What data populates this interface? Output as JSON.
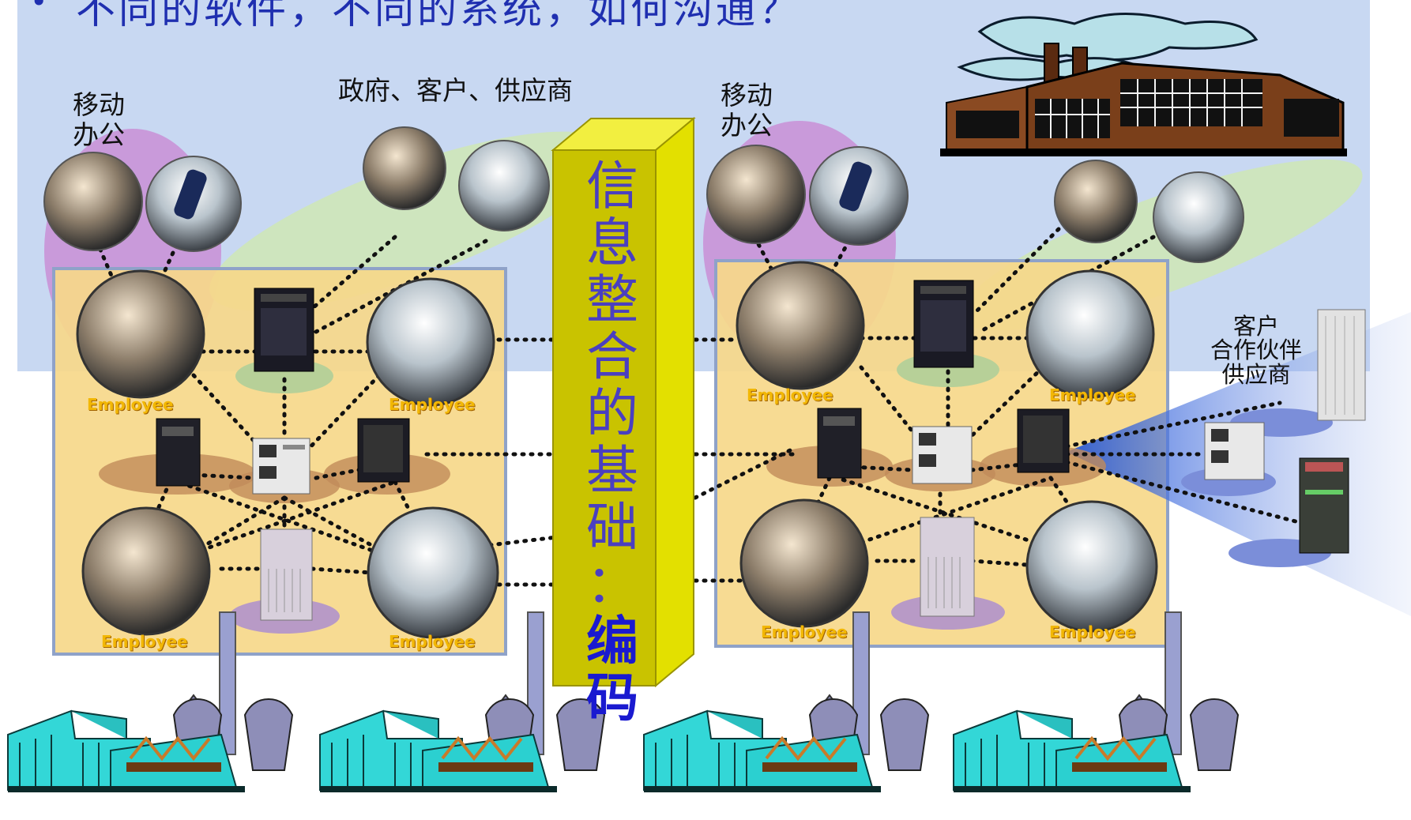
{
  "title": "不同的软件，不同的系统，如何沟通？",
  "labels": {
    "mobile_left": [
      "移动",
      "办公"
    ],
    "mobile_right": [
      "移动",
      "办公"
    ],
    "gov_clients_suppliers": "政府、客户、供应商",
    "external_partners": [
      "客户",
      "合作伙伴",
      "供应商"
    ]
  },
  "pillar": {
    "text_chars": [
      "信",
      "息",
      "整",
      "合",
      "的",
      "基",
      "础",
      "："
    ],
    "emphasis_chars": [
      "编",
      "码"
    ]
  },
  "employee_label": "Employee",
  "colors": {
    "sky": "#c8d8f2",
    "network_box": "#f6d88a",
    "pillar_front": "#c9c300",
    "pillar_side": "#e3e000",
    "title": "#1f2fb0",
    "factory_cyan": "#33e0e0",
    "mobile_oval": "#c98fd6"
  },
  "icons": [
    "factory-icon",
    "power-plant-icon",
    "server-tower-icon",
    "employee-photo-icon",
    "mobile-phone-icon",
    "rack-server-icon"
  ]
}
